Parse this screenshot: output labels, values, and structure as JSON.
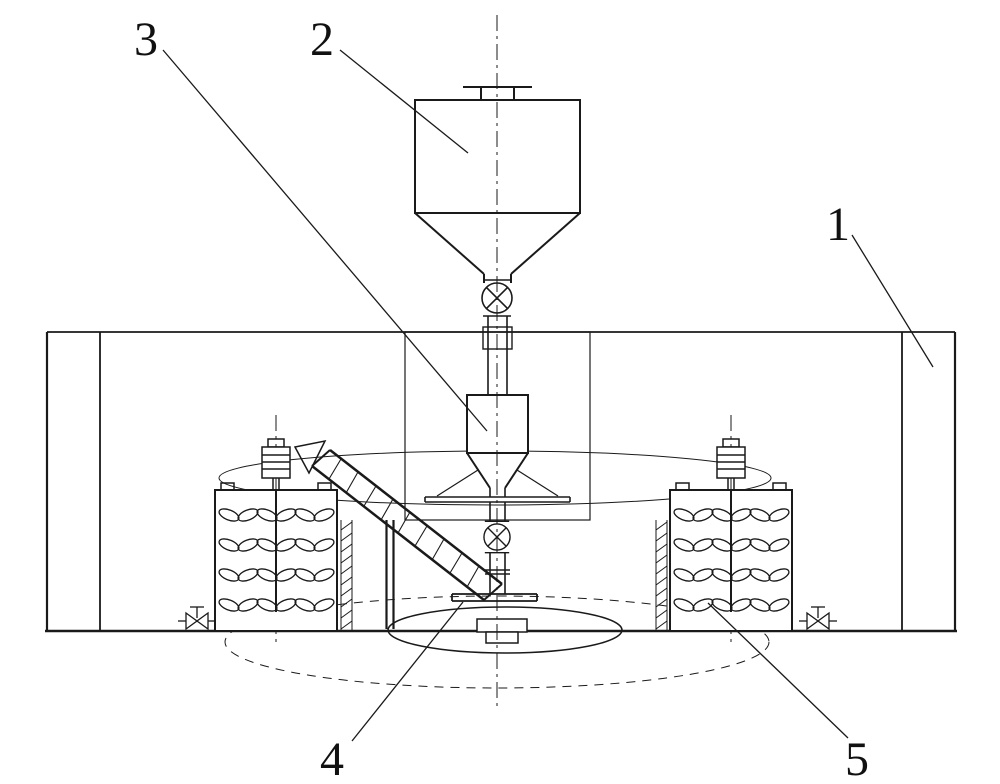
{
  "figure": {
    "background_color": "#ffffff",
    "line_color": "#1a1a1a",
    "callouts": [
      {
        "label": "1"
      },
      {
        "label": "2"
      },
      {
        "label": "3"
      },
      {
        "label": "4"
      },
      {
        "label": "5"
      }
    ]
  }
}
